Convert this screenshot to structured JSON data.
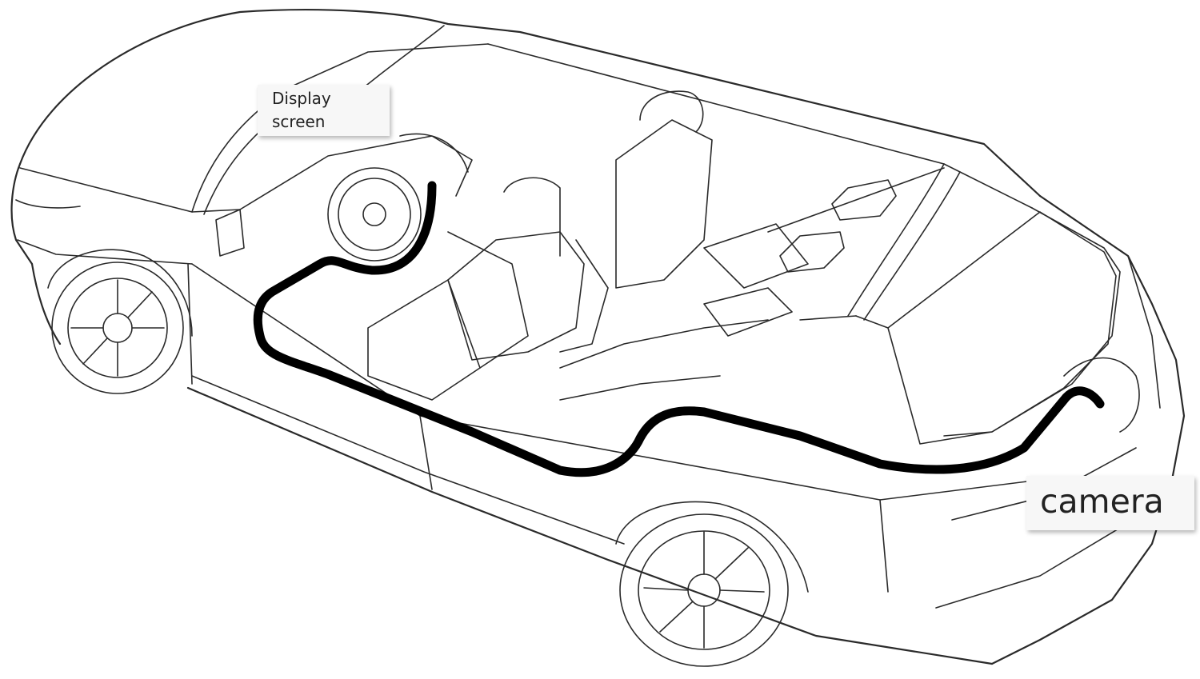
{
  "labels": {
    "display_line1": "Display",
    "display_line2": "screen",
    "camera": "camera"
  },
  "colors": {
    "cable": "#000000",
    "outline": "#2a2a2a",
    "label_bg": "#f7f7f7"
  }
}
